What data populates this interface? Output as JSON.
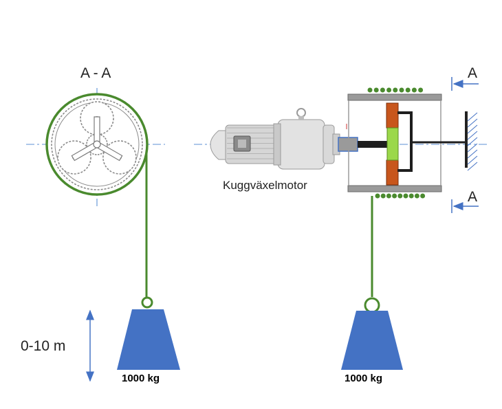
{
  "labels": {
    "section_title": "A - A",
    "section_marker_top": "A",
    "section_marker_bottom": "A",
    "motor": "Kuggväxelmotor",
    "mass_left": "1000 kg",
    "mass_right": "1000 kg",
    "height_range": "0-10 m"
  },
  "colors": {
    "rope": "#4a8a2e",
    "weight": "#4472c4",
    "centerline": "#5b8fd6",
    "gear_stroke": "#8a8a8a",
    "magnet": "#c8561c",
    "rotor_core": "#9bd84a",
    "stator": "#8a8a8a",
    "coil_dot": "#4a8a2e",
    "wall": "#222222",
    "motor_body": "#cfcfcf"
  },
  "icons": {
    "left_winch": "planetary-gear-drum",
    "motor": "geared-motor",
    "right_winch": "magnetic-coupling-drum",
    "wall": "fixed-wall-hatch"
  }
}
